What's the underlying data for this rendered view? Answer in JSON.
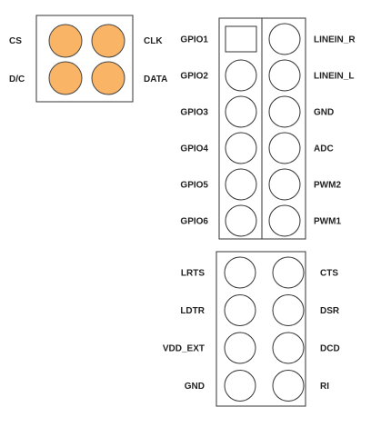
{
  "colors": {
    "pad_fill": "#f9b466",
    "pad_stroke": "#444444",
    "outline": "#333333",
    "label": "#222222",
    "background": "#ffffff"
  },
  "connector_small": {
    "labels": {
      "cs": "CS",
      "clk": "CLK",
      "dc": "D/C",
      "data": "DATA"
    }
  },
  "header_gpio": {
    "left": [
      "GPIO1",
      "GPIO2",
      "GPIO3",
      "GPIO4",
      "GPIO5",
      "GPIO6"
    ],
    "right": [
      "LINEIN_R",
      "LINEIN_L",
      "GND",
      "ADC",
      "PWM2",
      "PWM1"
    ],
    "pin1_shape": "square"
  },
  "header_serial": {
    "left": [
      "LRTS",
      "LDTR",
      "VDD_EXT",
      "GND"
    ],
    "right": [
      "CTS",
      "DSR",
      "DCD",
      "RI"
    ]
  }
}
